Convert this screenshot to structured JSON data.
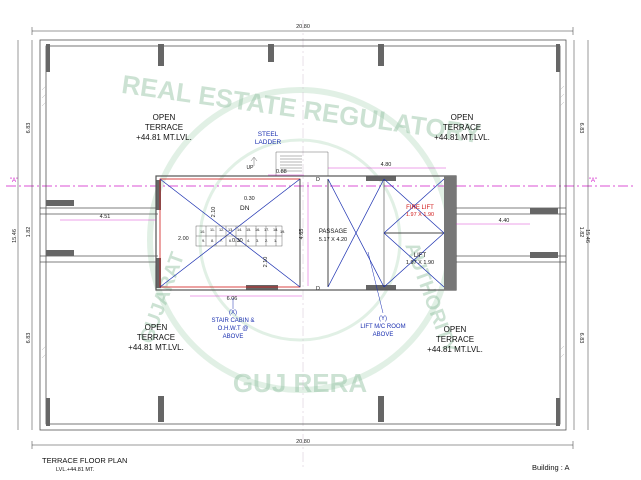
{
  "overall_width_top": "20.80",
  "overall_width_bottom": "20.80",
  "left_depth_top": "6.83",
  "left_depth_bottom": "6.83",
  "right_depth_top": "6.83",
  "right_depth_bottom": "6.83",
  "left_total": "15.46",
  "right_total": "15.46",
  "left_mid": "1.82",
  "right_mid": "1.82",
  "section_left": "\"A\"",
  "section_right": "\"A\"",
  "terrace_tl": {
    "l1": "OPEN",
    "l2": "TERRACE",
    "l3": "+44.81 MT.LVL."
  },
  "terrace_tr": {
    "l1": "OPEN",
    "l2": "TERRACE",
    "l3": "+44.81 MT.LVL."
  },
  "terrace_bl": {
    "l1": "OPEN",
    "l2": "TERRACE",
    "l3": "+44.81 MT.LVL."
  },
  "terrace_br": {
    "l1": "OPEN",
    "l2": "TERRACE",
    "l3": "+44.81 MT.LVL."
  },
  "steel_ladder": {
    "l1": "STEEL",
    "l2": "LADDER"
  },
  "up_label": "UP",
  "dn_label": "DN",
  "passage": {
    "name": "PASSAGE",
    "size": "5.17 X 4.20"
  },
  "fire_lift": {
    "name": "FIRE LIFT",
    "size": "1.97 X 1.90"
  },
  "lift": {
    "name": "LIFT",
    "size": "1.97 X 1.90"
  },
  "stair_cabin": {
    "tag": "(X)",
    "l1": "STAIR CABIN &",
    "l2": "O.H.W.T @",
    "l3": "ABOVE"
  },
  "lift_room": {
    "tag": "(Y)",
    "l1": "LIFT M/C ROOM",
    "l2": "ABOVE"
  },
  "dims": {
    "ladder_w": "0.88",
    "core_w": "4.80",
    "d_451": "4.51",
    "d_440": "4.40",
    "d_210a": "2.10",
    "d_030": "0.30",
    "d_200": "2.00",
    "d_030b": "0.30",
    "d_210b": "2.10",
    "d_465": "4.65",
    "d_606": "6.06",
    "mark_d": "D"
  },
  "steps_top": [
    "11.",
    "12.",
    "13.",
    "14.",
    "15.",
    "16.",
    "17.",
    "18.",
    "19."
  ],
  "steps_bottom": [
    "9.",
    "8.",
    "7.",
    "6.",
    "5.",
    "4.",
    "3.",
    "2.",
    "1."
  ],
  "steps_top_first": "10.",
  "watermark": {
    "top": "REAL ESTATE REGULATORY",
    "bottom": "GUJ RERA",
    "side_left": "GUJARAT",
    "side_right": "AUTHORITY"
  },
  "title": {
    "main": "TERRACE FLOOR PLAN",
    "sub": "LVL.+44.81 MT."
  },
  "building": "Building : A"
}
